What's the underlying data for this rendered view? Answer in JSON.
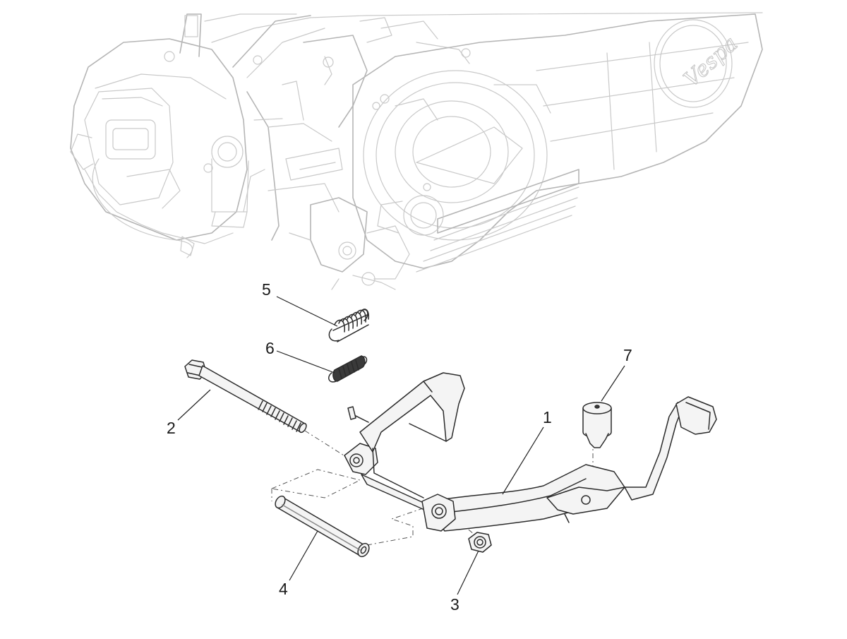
{
  "engine": {
    "brand_lettering": "Vespa"
  },
  "callouts": [
    {
      "number": "1",
      "part": "centre-stand"
    },
    {
      "number": "2",
      "part": "pivot-bolt"
    },
    {
      "number": "3",
      "part": "lock-nut"
    },
    {
      "number": "4",
      "part": "spacer-bushing"
    },
    {
      "number": "5",
      "part": "return-spring-large"
    },
    {
      "number": "6",
      "part": "return-spring-small"
    },
    {
      "number": "7",
      "part": "rubber-buffer"
    }
  ],
  "colors": {
    "engine_outline": "#c9c9c9",
    "part_outline": "#2b2b2b",
    "callout_text": "#1a1a1a"
  }
}
